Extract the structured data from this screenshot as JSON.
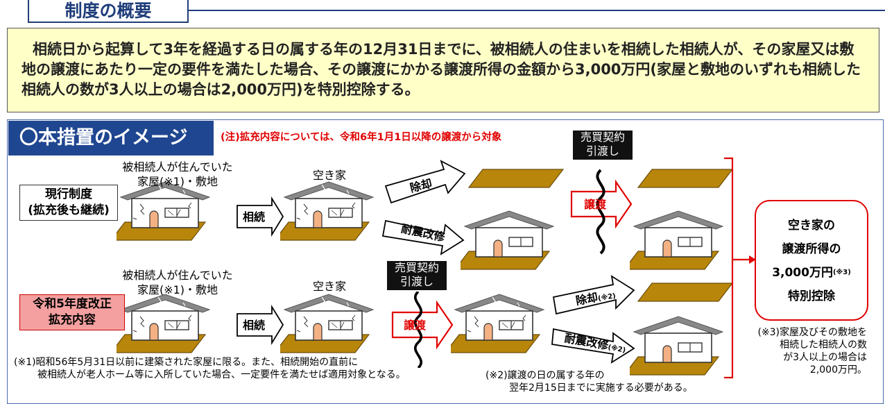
{
  "header": {
    "title": "制度の概要"
  },
  "summary": {
    "text": "相続日から起算して3年を経過する日の属する年の12月31日までに、被相続人の住まいを相続した相続人が、その家屋又は敷地の譲渡にあたり一定の要件を満たした場合、その譲渡にかかる譲渡所得の金額から3,000万円(家屋と敷地のいずれも相続した相続人の数が3人以上の場合は2,000万円)を特別控除する。"
  },
  "image_section": {
    "title": "〇本措置のイメージ",
    "note": "(注)拡充内容については、令和6年1月1日以降の譲渡から対象"
  },
  "row1": {
    "label_line1": "現行制度",
    "label_line2": "(拡充後も継続)",
    "house_caption_line1": "被相続人が住んでいた",
    "house_caption_line2": "家屋(※1)・敷地",
    "inherit_label": "相続",
    "vacant_label": "空き家",
    "sell_label": "除却",
    "retrofit_label": "耐震改修",
    "contract_line1": "売買契約",
    "contract_line2": "引渡し",
    "transfer_label": "譲渡"
  },
  "row2": {
    "label_line1": "令和5年度改正",
    "label_line2": "拡充内容",
    "house_caption_line1": "被相続人が住んでいた",
    "house_caption_line2": "家屋(※1)・敷地",
    "inherit_label": "相続",
    "vacant_label": "空き家",
    "contract_line1": "売買契約",
    "contract_line2": "引渡し",
    "transfer_label": "譲渡",
    "sell_label": "除却",
    "sell_mark": "(※2)",
    "retrofit_label": "耐震改修",
    "retrofit_mark": "(※2)"
  },
  "result": {
    "line1": "空き家の",
    "line2": "譲渡所得の",
    "line3": "3,000万円",
    "line3_mark": "(※3)",
    "line4": "特別控除"
  },
  "notes": {
    "n1_line1": "(※1)昭和56年5月31日以前に建築された家屋に限る。また、相続開始の直前に",
    "n1_line2": "被相続人が老人ホーム等に入所していた場合、一定要件を満たせば適用対象となる。",
    "n2_line1": "(※2)譲渡の日の属する年の",
    "n2_line2": "翌年2月15日までに実施する必要がある。",
    "n3_line1": "(※3)家屋及びその敷地を",
    "n3_line2": "相続した相続人の数",
    "n3_line3": "が3人以上の場合は",
    "n3_line4": "2,000万円。"
  },
  "colors": {
    "navy": "#1f4690",
    "red": "#e00000",
    "ground": "#b8860b",
    "summary_bg": "#ffffc8",
    "label_pink": "#f4a0a0"
  }
}
